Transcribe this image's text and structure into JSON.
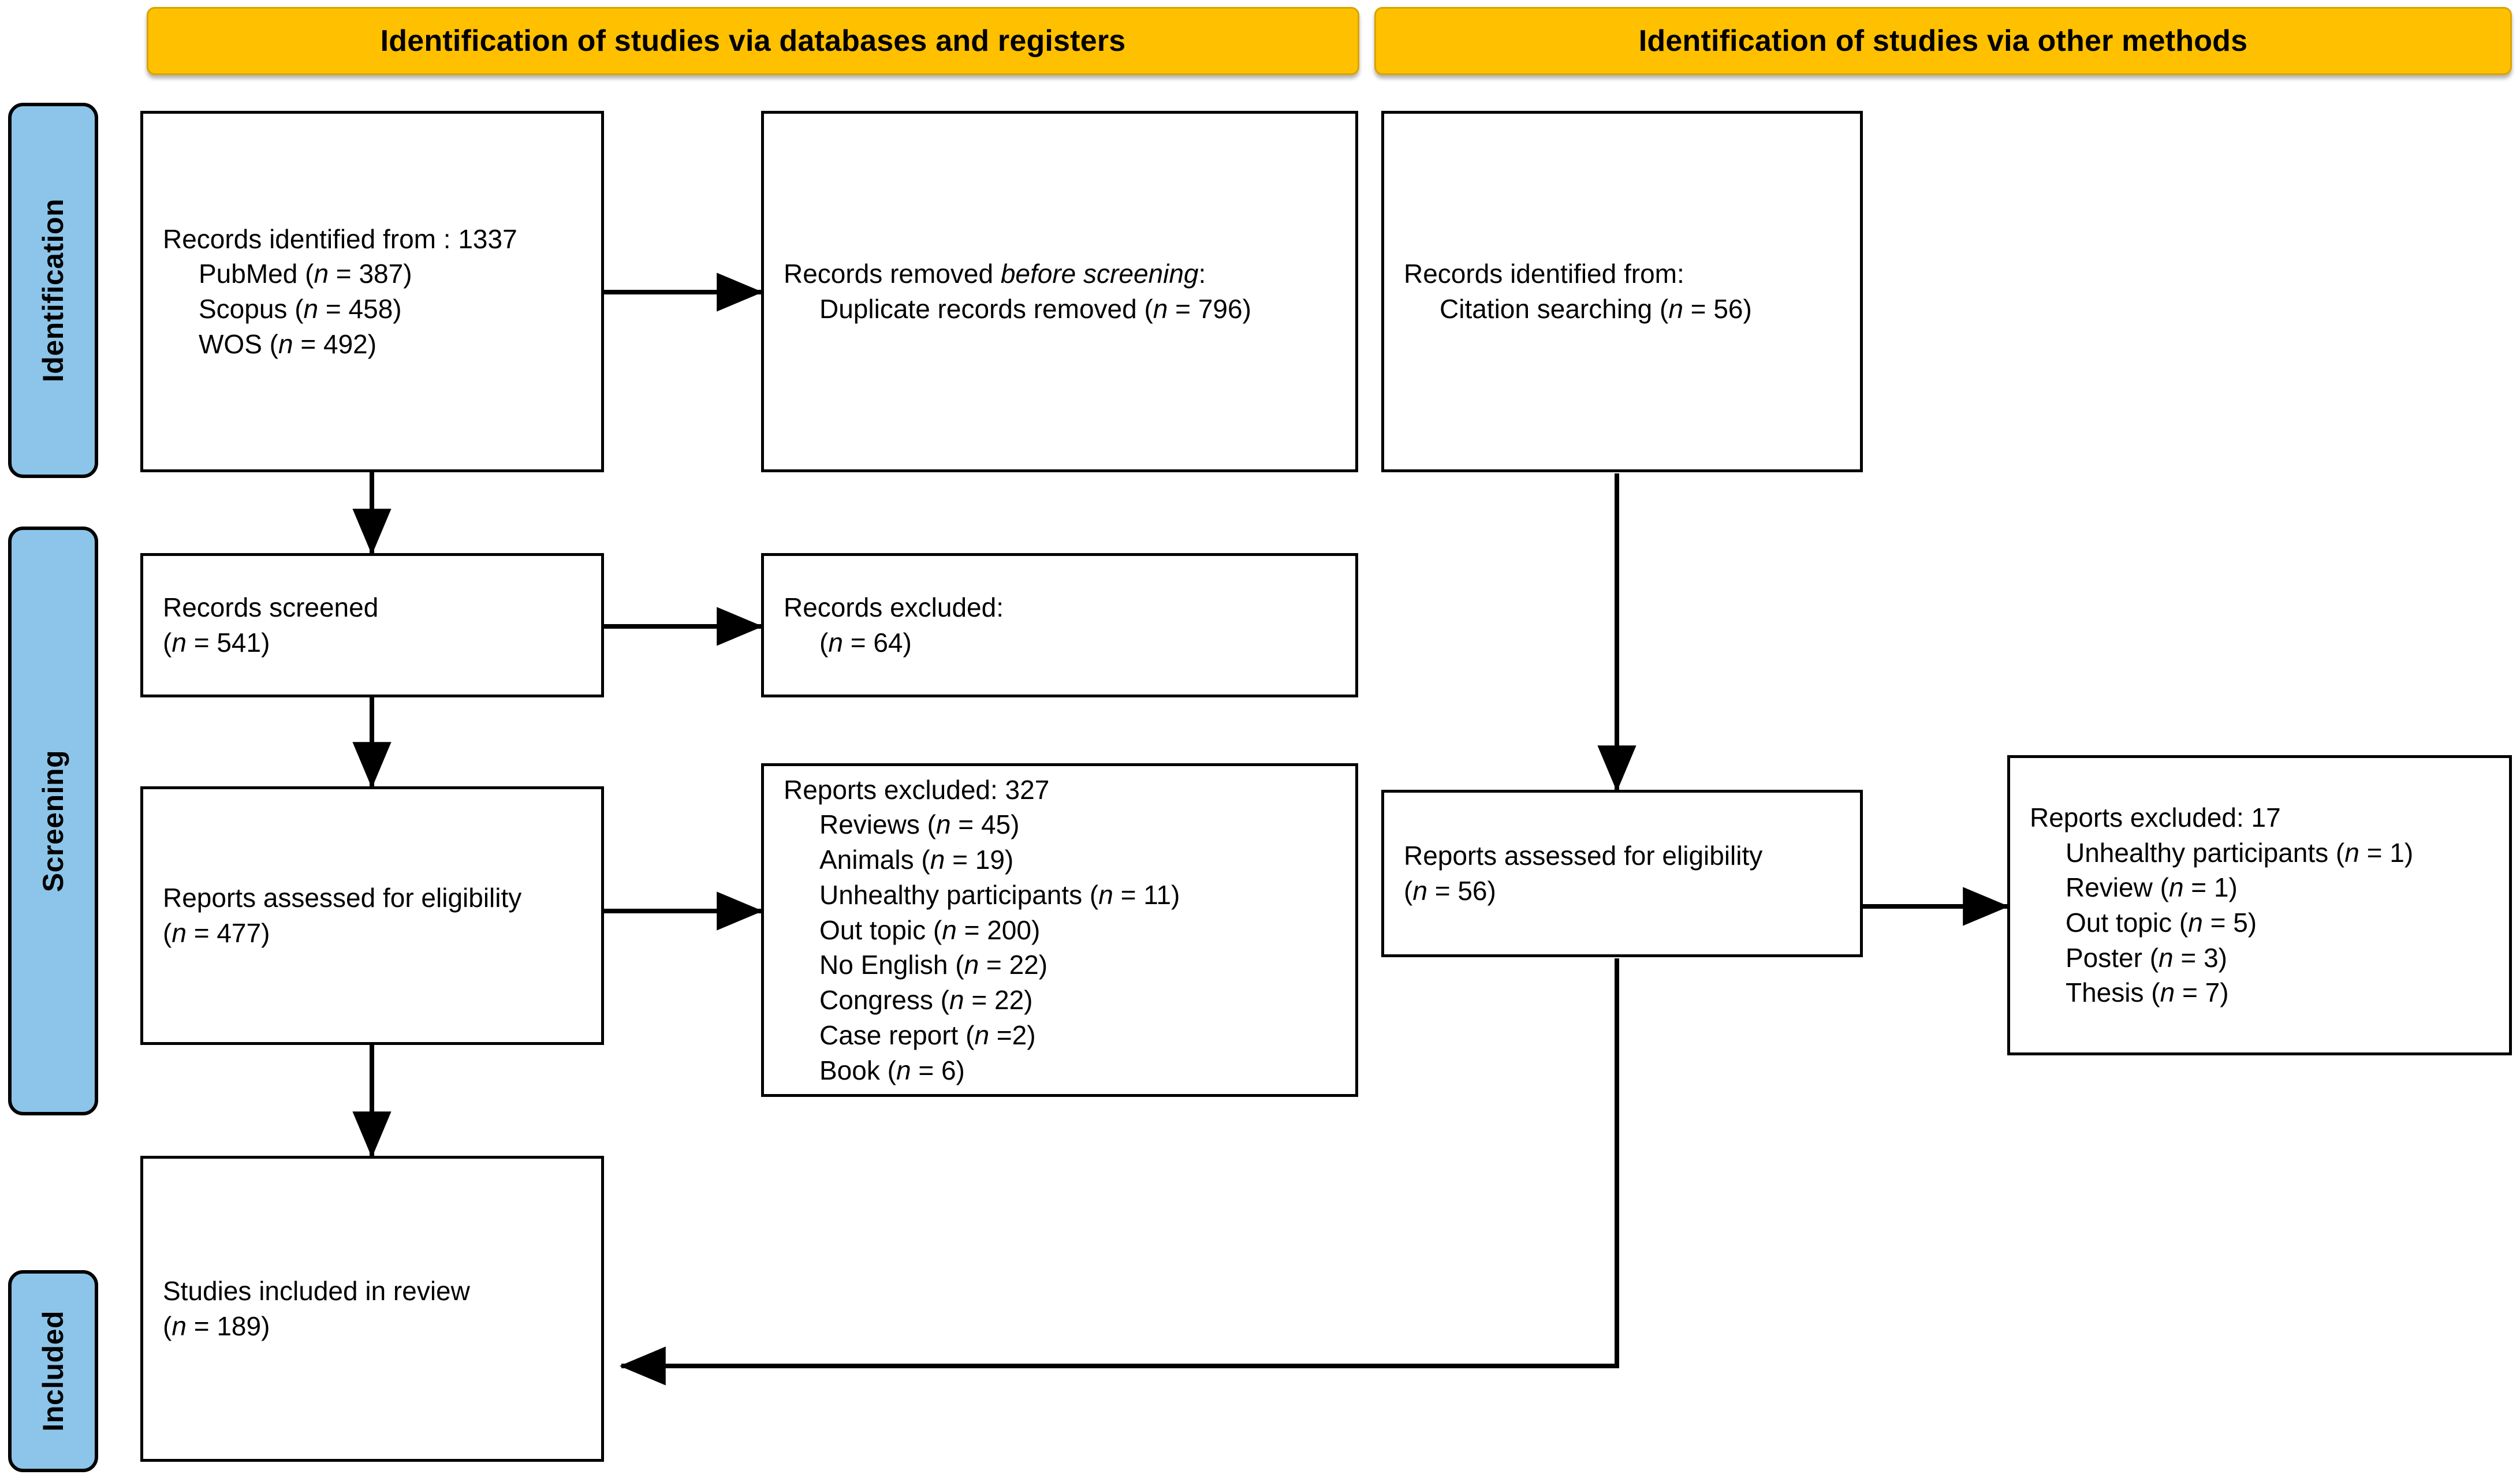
{
  "figure": {
    "type": "prisma-flow-diagram",
    "colors": {
      "header_fill": "#FFC000",
      "header_border": "#D9A404",
      "phase_fill": "#8CC5E9",
      "box_border": "#000000",
      "background": "#FFFFFF",
      "text": "#000000"
    }
  },
  "headers": {
    "databases": "Identification of studies via databases and registers",
    "other_methods": "Identification of studies via other methods"
  },
  "phases": {
    "identification": "Identification",
    "screening": "Screening",
    "included": "Included"
  },
  "boxes": {
    "records_identified": {
      "lines": [
        {
          "text": "Records identified from  : 1337",
          "indent": 0
        },
        {
          "text": "PubMed (n = 387)",
          "indent": 1
        },
        {
          "text": "Scopus (n = 458)",
          "indent": 1
        },
        {
          "text": "WOS (n = 492)",
          "indent": 1
        }
      ]
    },
    "records_removed": {
      "lines": [
        {
          "text": "Records removed before screening:",
          "indent": 0
        },
        {
          "text": "Duplicate records removed (n = 796)",
          "indent": 1
        }
      ]
    },
    "records_identified_other": {
      "lines": [
        {
          "text": "Records identified from:",
          "indent": 0
        },
        {
          "text": "Citation searching (n = 56)",
          "indent": 1
        }
      ]
    },
    "records_screened": {
      "lines": [
        {
          "text": "Records screened",
          "indent": 0
        },
        {
          "text": "(n = 541)",
          "indent": 0
        }
      ]
    },
    "records_excluded": {
      "lines": [
        {
          "text": "Records excluded:",
          "indent": 0
        },
        {
          "text": "(n = 64)",
          "indent": 1
        }
      ]
    },
    "reports_assessed": {
      "lines": [
        {
          "text": "Reports assessed for eligibility",
          "indent": 0
        },
        {
          "text": "(n = 477)",
          "indent": 0
        }
      ]
    },
    "reports_excluded": {
      "lines": [
        {
          "text": "Reports excluded: 327",
          "indent": 0
        },
        {
          "text": "Reviews (n = 45)",
          "indent": 1
        },
        {
          "text": "Animals (n = 19)",
          "indent": 1
        },
        {
          "text": "Unhealthy participants (n = 11)",
          "indent": 1
        },
        {
          "text": "Out topic (n = 200)",
          "indent": 1
        },
        {
          "text": "No English (n = 22)",
          "indent": 1
        },
        {
          "text": "Congress (n = 22)",
          "indent": 1
        },
        {
          "text": "Case report (n =2)",
          "indent": 1
        },
        {
          "text": "Book (n = 6)",
          "indent": 1
        }
      ]
    },
    "reports_assessed_other": {
      "lines": [
        {
          "text": "Reports assessed for eligibility",
          "indent": 0
        },
        {
          "text": "(n = 56)",
          "indent": 0
        }
      ]
    },
    "reports_excluded_other": {
      "lines": [
        {
          "text": "Reports excluded: 17",
          "indent": 0
        },
        {
          "text": "Unhealthy participants (n = 1)",
          "indent": 1
        },
        {
          "text": "Review (n = 1)",
          "indent": 1
        },
        {
          "text": "Out topic (n = 5)",
          "indent": 1
        },
        {
          "text": "Poster (n = 3)",
          "indent": 1
        },
        {
          "text": "Thesis (n = 7)",
          "indent": 1
        }
      ]
    },
    "studies_included": {
      "lines": [
        {
          "text": "Studies included in review",
          "indent": 0
        },
        {
          "text": "(n = 189)",
          "indent": 0
        }
      ]
    }
  },
  "chart_data": {
    "type": "table",
    "title": "PRISMA 2020 flow diagram",
    "identification_databases": {
      "total_records_identified": 1337,
      "sources": [
        {
          "name": "PubMed",
          "n": 387
        },
        {
          "name": "Scopus",
          "n": 458
        },
        {
          "name": "WOS",
          "n": 492
        }
      ],
      "records_removed_before_screening": [
        {
          "name": "Duplicate records removed",
          "n": 796
        }
      ]
    },
    "identification_other_methods": {
      "sources": [
        {
          "name": "Citation searching",
          "n": 56
        }
      ]
    },
    "screening_databases": {
      "records_screened": 541,
      "records_excluded": 64,
      "reports_assessed_for_eligibility": 477,
      "reports_excluded_total": 327,
      "reports_excluded_reasons": [
        {
          "name": "Reviews",
          "n": 45
        },
        {
          "name": "Animals",
          "n": 19
        },
        {
          "name": "Unhealthy participants",
          "n": 11
        },
        {
          "name": "Out topic",
          "n": 200
        },
        {
          "name": "No English",
          "n": 22
        },
        {
          "name": "Congress",
          "n": 22
        },
        {
          "name": "Case report",
          "n": 2
        },
        {
          "name": "Book",
          "n": 6
        }
      ]
    },
    "screening_other_methods": {
      "reports_assessed_for_eligibility": 56,
      "reports_excluded_total": 17,
      "reports_excluded_reasons": [
        {
          "name": "Unhealthy participants",
          "n": 1
        },
        {
          "name": "Review",
          "n": 1
        },
        {
          "name": "Out topic",
          "n": 5
        },
        {
          "name": "Poster",
          "n": 3
        },
        {
          "name": "Thesis",
          "n": 7
        }
      ]
    },
    "included": {
      "studies_included_in_review": 189
    }
  }
}
